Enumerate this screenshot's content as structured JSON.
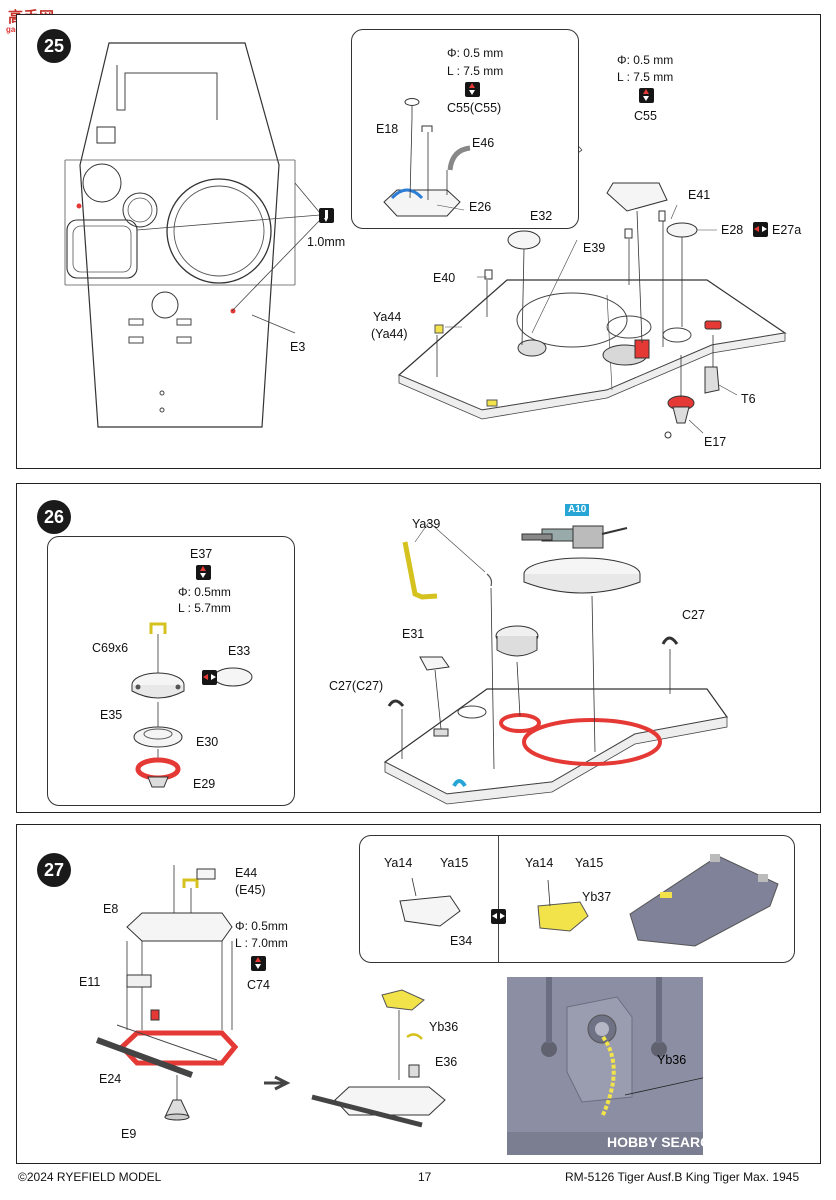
{
  "watermark": {
    "name": "高手网",
    "url": "gao-shou.com"
  },
  "steps": {
    "s25": {
      "number": "25",
      "labels": {
        "dia_top": "Φ: 0.5 mm",
        "len_top": "L : 7.5 mm",
        "c55p": "C55(C55)",
        "e18": "E18",
        "e46": "E46",
        "e26": "E26",
        "dia_right": "Φ: 0.5 mm",
        "len_right": "L : 7.5 mm",
        "c55": "C55",
        "e41": "E41",
        "e32": "E32",
        "e39": "E39",
        "e28": "E28",
        "e27a": "E27a",
        "e40": "E40",
        "ya44": "Ya44",
        "ya44p": "(Ya44)",
        "t6": "T6",
        "e17": "E17",
        "drill": "1.0mm",
        "e3": "E3"
      }
    },
    "s26": {
      "number": "26",
      "labels": {
        "e37": "E37",
        "dia": "Φ: 0.5mm",
        "len": "L : 5.7mm",
        "c69": "C69x6",
        "e33": "E33",
        "e35": "E35",
        "e30": "E30",
        "e29": "E29",
        "ya39": "Ya39",
        "a10": "A10",
        "e31": "E31",
        "c27": "C27",
        "c27p": "C27(C27)"
      }
    },
    "s27": {
      "number": "27",
      "labels": {
        "e44": "E44",
        "e45p": "(E45)",
        "e8": "E8",
        "dia": "Φ: 0.5mm",
        "len": "L : 7.0mm",
        "c74": "C74",
        "e11": "E11",
        "e24": "E24",
        "e9": "E9",
        "ya14a": "Ya14",
        "ya15a": "Ya15",
        "e34": "E34",
        "ya14b": "Ya14",
        "ya15b": "Ya15",
        "yb37": "Yb37",
        "yb36": "Yb36",
        "e36": "E36",
        "yb36photo": "Yb36"
      }
    }
  },
  "footer": {
    "copyright": "©2024 RYEFIELD MODEL",
    "page": "17",
    "title": "RM-5126 Tiger Ausf.B King Tiger Max. 1945",
    "hobby_search": "HOBBY SEARCH"
  },
  "colors": {
    "etch": "#f2e34a",
    "red": "#e53935",
    "photo": "#8c8fa3",
    "blue": "#27a6d6"
  }
}
